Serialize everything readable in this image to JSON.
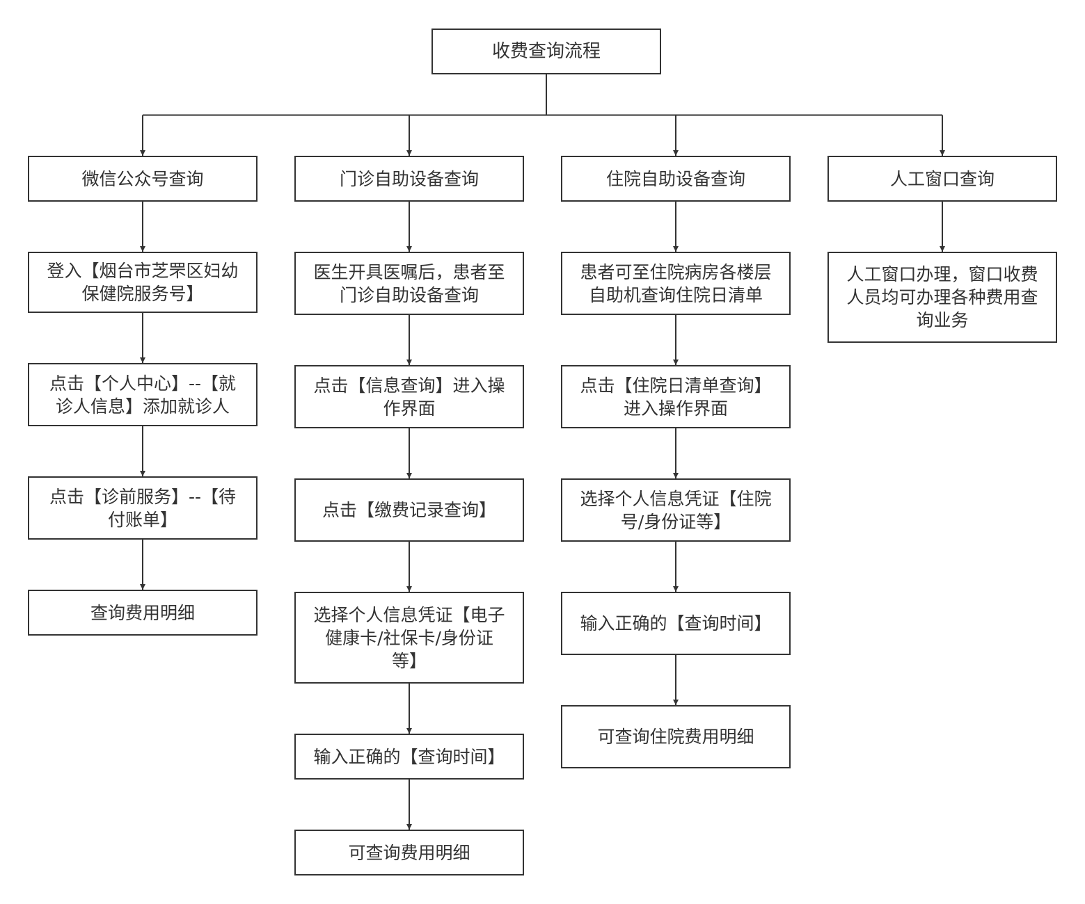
{
  "diagram": {
    "title": "收费查询流程",
    "columns": [
      {
        "header": "微信公众号查询",
        "steps": [
          "登入【烟台市芝罘区妇幼\n保健院服务号】",
          "点击【个人中心】--【就\n诊人信息】添加就诊人",
          "点击【诊前服务】--【待\n付账单】",
          "查询费用明细"
        ]
      },
      {
        "header": "门诊自助设备查询",
        "steps": [
          "医生开具医嘱后，患者至\n门诊自助设备查询",
          "点击【信息查询】进入操\n作界面",
          "点击【缴费记录查询】",
          "选择个人信息凭证【电子\n健康卡/社保卡/身份证\n等】",
          "输入正确的【查询时间】",
          "可查询费用明细"
        ]
      },
      {
        "header": "住院自助设备查询",
        "steps": [
          "患者可至住院病房各楼层\n自助机查询住院日清单",
          "点击【住院日清单查询】\n进入操作界面",
          "选择个人信息凭证【住院\n号/身份证等】",
          "输入正确的【查询时间】",
          "可查询住院费用明细"
        ]
      },
      {
        "header": "人工窗口查询",
        "steps": [
          "人工窗口办理，窗口收费\n人员均可办理各种费用查\n询业务"
        ]
      }
    ]
  },
  "colors": {
    "border": "#333333",
    "line": "#333333",
    "text": "#333333",
    "background": "#ffffff"
  }
}
